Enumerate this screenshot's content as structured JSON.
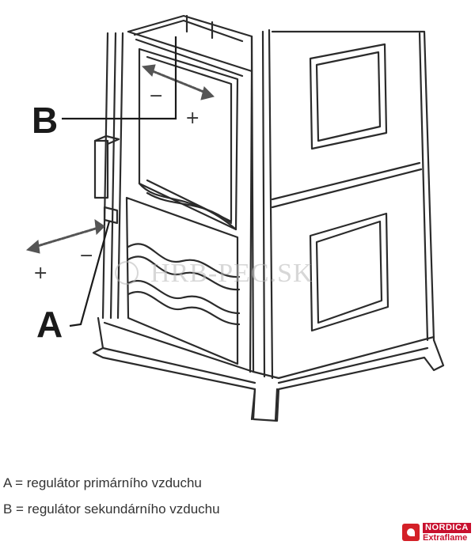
{
  "diagram": {
    "label_b": "B",
    "label_a": "A",
    "sign_minus": "−",
    "sign_plus": "+",
    "watermark": "HRB-PEC.SK"
  },
  "legend": {
    "line_a": "A = regulátor primárního vzduchu",
    "line_b": "B = regulátor sekundárního vzduchu"
  },
  "logo": {
    "top_text": "NORDICA",
    "bottom_text": "Extraflame"
  },
  "colors": {
    "line": "#2b2b2b",
    "arrow": "#555555",
    "brand_red": "#c8102e",
    "watermark": "#b8b8b8"
  }
}
